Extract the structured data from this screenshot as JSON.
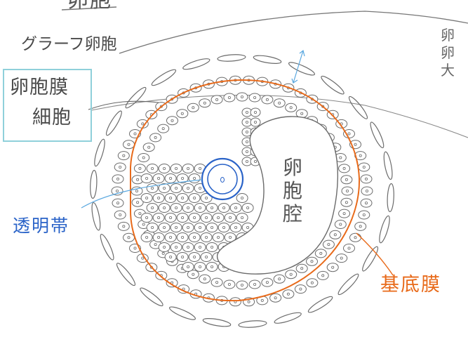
{
  "labels": {
    "title": "卵胞",
    "graafian_follicle": "グラーフ卵胞",
    "granulosa_line1": "卵胞膜",
    "granulosa_line2": "細胞",
    "zona_pellucida": "透明帯",
    "antrum": "卵胞腔",
    "basal_membrane": "基底膜",
    "edge_fragment": "卵卵大"
  },
  "colors": {
    "basal_membrane": "#e86a1a",
    "zona_pellucida": "#2a63c8",
    "box_border": "#8fd0da",
    "pencil": "#6b6b6b"
  }
}
